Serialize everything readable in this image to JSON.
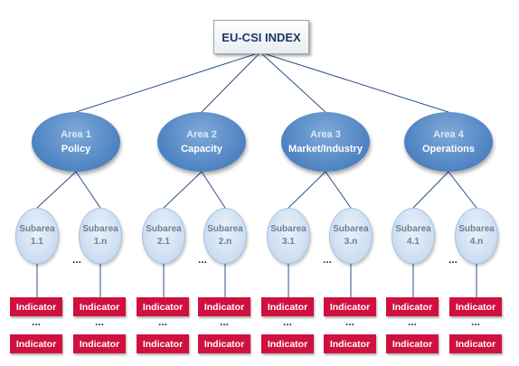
{
  "root": {
    "label": "EU-CSI INDEX"
  },
  "areas": [
    {
      "line1": "Area 1",
      "line2": "Policy",
      "subareas": [
        {
          "line1": "Subarea",
          "line2": "1.1"
        },
        {
          "line1": "Subarea",
          "line2": "1.n"
        }
      ]
    },
    {
      "line1": "Area 2",
      "line2": "Capacity",
      "subareas": [
        {
          "line1": "Subarea",
          "line2": "2.1"
        },
        {
          "line1": "Subarea",
          "line2": "2.n"
        }
      ]
    },
    {
      "line1": "Area 3",
      "line2": "Market/Industry",
      "subareas": [
        {
          "line1": "Subarea",
          "line2": "3.1"
        },
        {
          "line1": "Subarea",
          "line2": "3.n"
        }
      ]
    },
    {
      "line1": "Area 4",
      "line2": "Operations",
      "subareas": [
        {
          "line1": "Subarea",
          "line2": "4.1"
        },
        {
          "line1": "Subarea",
          "line2": "4.n"
        }
      ]
    }
  ],
  "indicator_label": "Indicator",
  "ellipsis": "...",
  "colors": {
    "area_fill": "#4a80c0",
    "subarea_fill": "#cfe0f3",
    "indicator_fill": "#d0103f",
    "line": "#2e4f8a"
  }
}
